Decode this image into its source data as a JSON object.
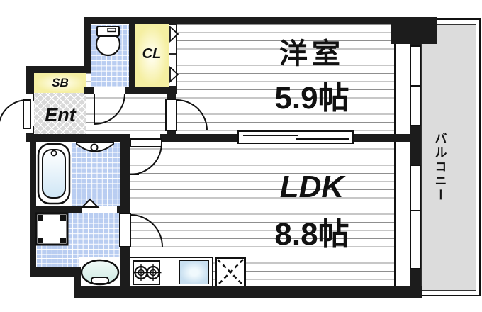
{
  "floorplan": {
    "western_room": {
      "name": "洋室",
      "size": "5.9帖"
    },
    "ldk": {
      "name": "LDK",
      "size": "8.8帖"
    },
    "balcony": {
      "name": "バルコニー"
    },
    "entrance": {
      "label": "Ent"
    },
    "shoe_box": {
      "label": "SB"
    },
    "closet": {
      "label": "CL"
    },
    "colors": {
      "wall": "#1c1c1c",
      "tile_blue": "#b9cdf1",
      "closet_yellow": "#f5efa2",
      "entrance_gray": "#d9d9d9",
      "balcony_gray": "#dcdcdc",
      "floor_line_gray": "#8f8f8f",
      "sink_blue": "#c8dff0"
    }
  }
}
